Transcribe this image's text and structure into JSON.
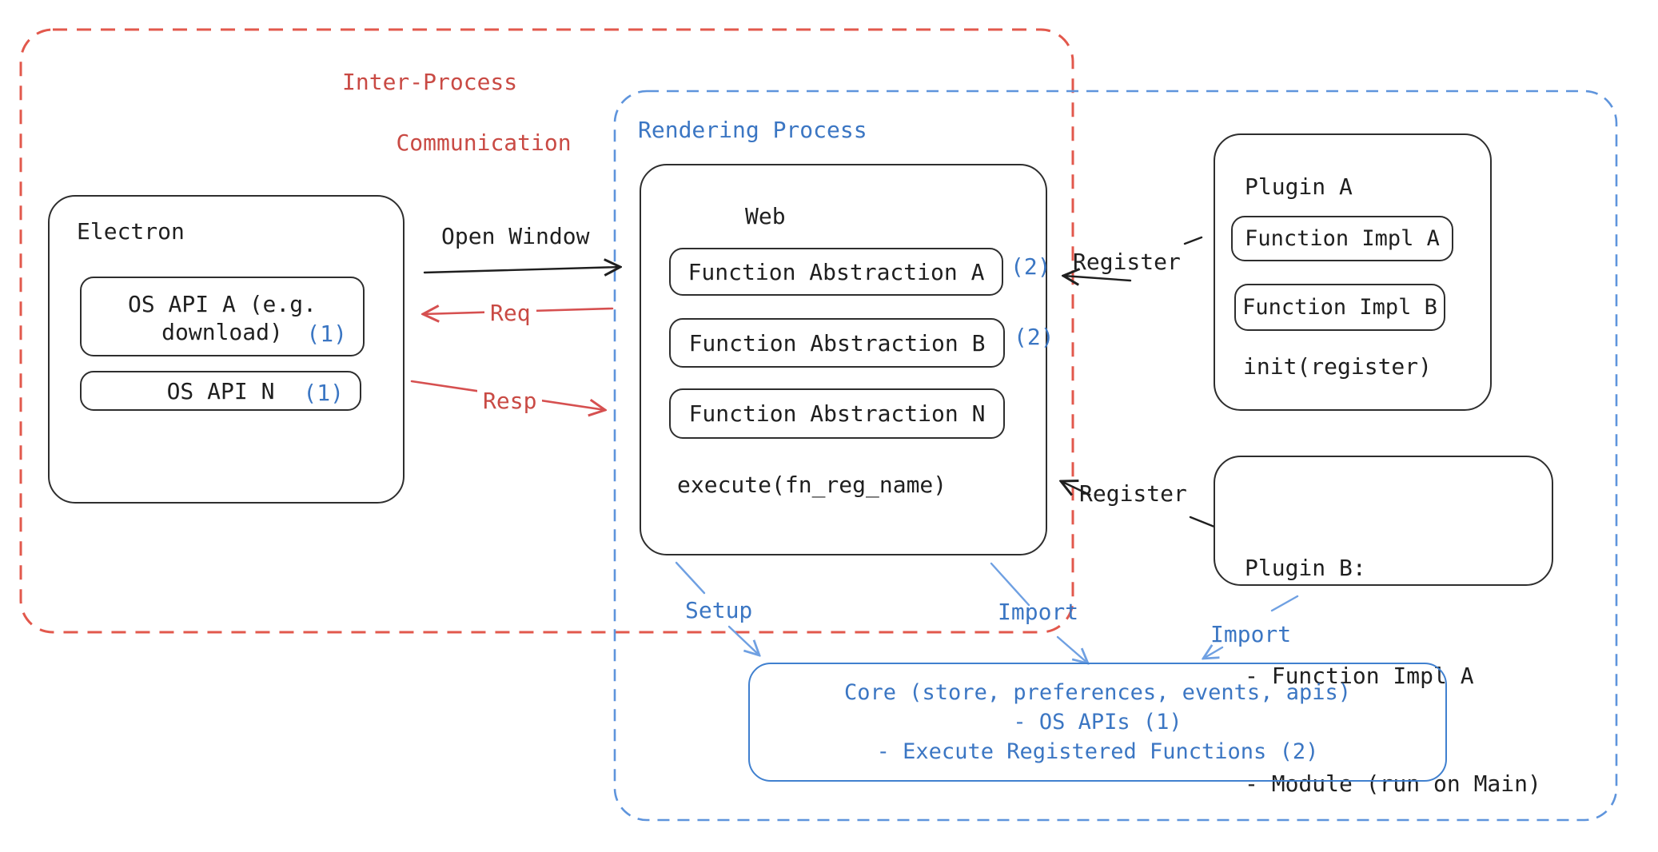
{
  "colors": {
    "black_text": "#1f1f1f",
    "box_border": "#2e2e2e",
    "red_text": "#c94a44",
    "red_border": "#e2584c",
    "red_arrow": "#d65050",
    "blue_text": "#3b76c3",
    "blue_border": "#5e94dc",
    "blue_arrow": "#6fa0e2",
    "core_border": "#4080cf"
  },
  "ipc": {
    "line1": "Inter-Process",
    "line2": "Communication"
  },
  "rendering": {
    "label": "Rendering Process"
  },
  "electron": {
    "title": "Electron",
    "os_api_a_line1": "OS API A (e.g.",
    "os_api_a_line2": "download)",
    "os_api_a_badge": "(1)",
    "os_api_n": "OS API N",
    "os_api_n_badge": "(1)"
  },
  "web": {
    "title": "Web",
    "fn_a": "Function Abstraction A",
    "fn_a_badge": "(2)",
    "fn_b": "Function Abstraction B",
    "fn_b_badge": "(2)",
    "fn_n": "Function Abstraction N",
    "execute": "execute(fn_reg_name)"
  },
  "plugin_a": {
    "title": "Plugin A",
    "impl_a": "Function Impl A",
    "impl_b": "Function Impl B",
    "init": "init(register)"
  },
  "plugin_b": {
    "title": "Plugin B:",
    "item_1": "- Function Impl A",
    "item_2": "- Module (run on Main)"
  },
  "core": {
    "line1": "Core (store, preferences, events, apis)",
    "line2": "- OS APIs (1)",
    "line3": "- Execute Registered Functions (2)"
  },
  "arrows": {
    "open_window": "Open Window",
    "req": "Req",
    "resp": "Resp",
    "register_top": "Register",
    "register_bottom": "Register",
    "setup": "Setup",
    "import_mid": "Import",
    "import_right": "Import"
  }
}
